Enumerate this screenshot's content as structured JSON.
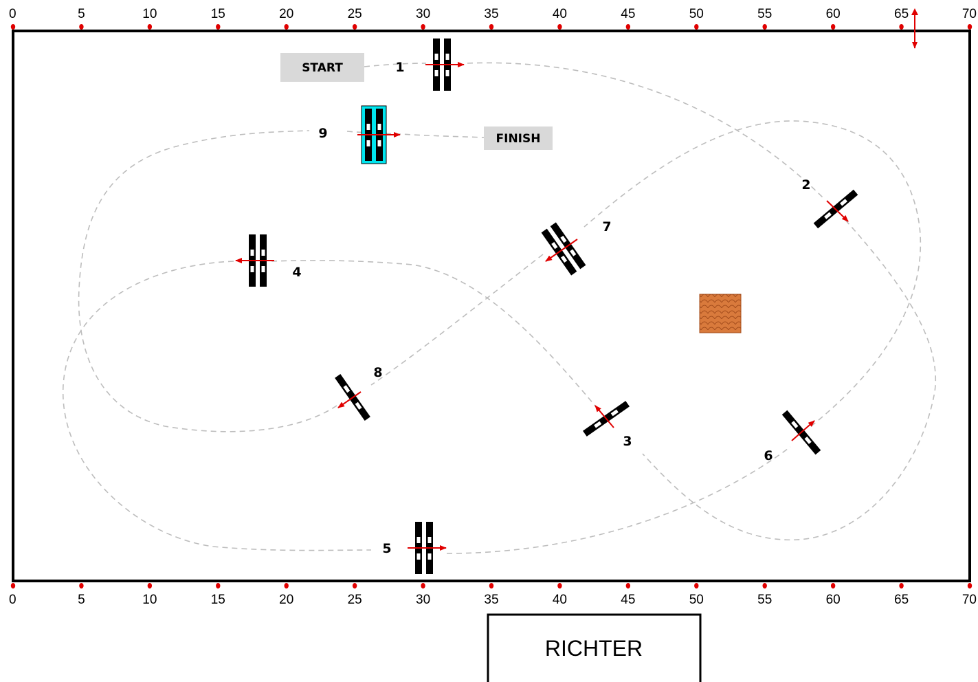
{
  "labels": {
    "start": "START",
    "finish": "FINISH",
    "judge": "RICHTER"
  },
  "scale": {
    "ticks": [
      "0",
      "5",
      "10",
      "15",
      "20",
      "25",
      "30",
      "35",
      "40",
      "45",
      "50",
      "55",
      "60",
      "65",
      "70"
    ]
  },
  "stations": [
    {
      "id": "1",
      "label": "1"
    },
    {
      "id": "2",
      "label": "2"
    },
    {
      "id": "3",
      "label": "3"
    },
    {
      "id": "4",
      "label": "4"
    },
    {
      "id": "5",
      "label": "5"
    },
    {
      "id": "6",
      "label": "6"
    },
    {
      "id": "7",
      "label": "7"
    },
    {
      "id": "8",
      "label": "8"
    },
    {
      "id": "9",
      "label": "9"
    }
  ],
  "colors": {
    "arena_border": "#000000",
    "marker_red": "#e00000",
    "path_gray": "#bbbbbb",
    "box_gray": "#d9d9d9",
    "highlight_cyan": "#00e5ee",
    "obstacle_orange": "#d2733a"
  }
}
